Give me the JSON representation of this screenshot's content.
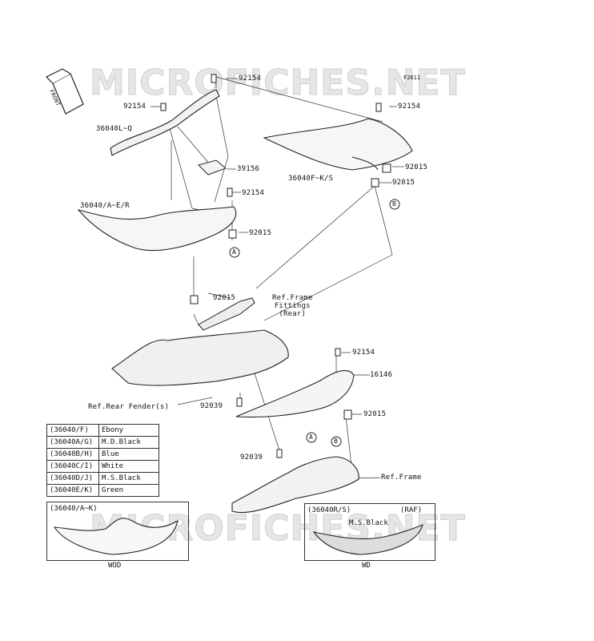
{
  "watermark_top": "MICROFICHES.NET",
  "watermark_bottom": "MICROFICHES.NET",
  "figure_id": "F2611",
  "front_arrow": "FRONT",
  "labels": {
    "p92154_top": "92154",
    "p92154_left": "92154",
    "p36040LQ": "36040L~Q",
    "p39156": "39156",
    "p92154_right": "92154",
    "p36040FKS": "36040F~K/S",
    "p92015_r1": "92015",
    "p92015_r2": "92015",
    "p92154_mid": "92154",
    "p36040AER": "36040/A~E/R",
    "p92015_mid": "92015",
    "p92015_low": "92015",
    "ref_frame_fittings": "Ref.Frame\nFittings\n(Rear)",
    "p92154_low": "92154",
    "p16146": "16146",
    "ref_rear_fender": "Ref.Rear Fender(s)",
    "p92039_a": "92039",
    "p92015_bottom": "92015",
    "p92039_b": "92039",
    "ref_frame": "Ref.Frame",
    "mark_A": "A",
    "mark_B": "B"
  },
  "color_table": [
    {
      "code": "(36040/F)",
      "color": "Ebony"
    },
    {
      "code": "(36040A/G)",
      "color": "M.D.Black"
    },
    {
      "code": "(36040B/H)",
      "color": "Blue"
    },
    {
      "code": "(36040C/I)",
      "color": "White"
    },
    {
      "code": "(36040D/J)",
      "color": "M.S.Black"
    },
    {
      "code": "(36040E/K)",
      "color": "Green"
    }
  ],
  "box_left": {
    "tag": "(36040/A~K)",
    "caption": "WOD"
  },
  "box_right": {
    "tag": "(36040R/S)",
    "raf": "(RAF)",
    "color": "M.S.Black",
    "caption": "WD"
  }
}
